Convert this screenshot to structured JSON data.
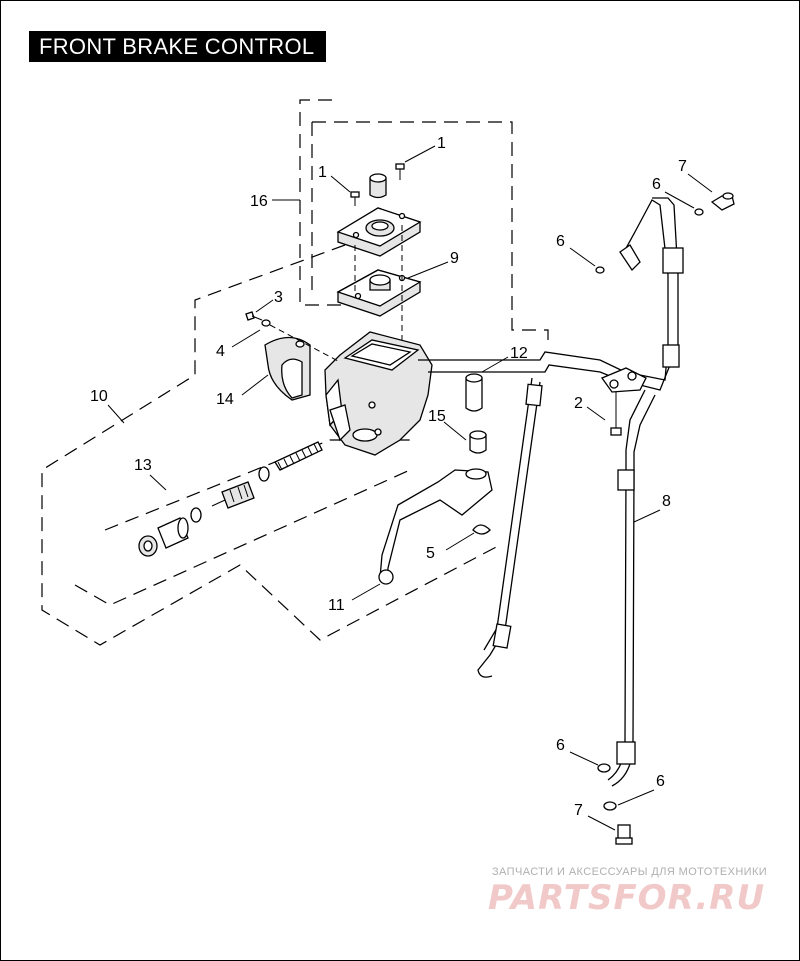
{
  "title": "FRONT BRAKE CONTROL",
  "callouts": [
    {
      "id": "c1a",
      "label": "1"
    },
    {
      "id": "c1b",
      "label": "1"
    },
    {
      "id": "c16",
      "label": "16"
    },
    {
      "id": "c9",
      "label": "9"
    },
    {
      "id": "c3",
      "label": "3"
    },
    {
      "id": "c4",
      "label": "4"
    },
    {
      "id": "c14",
      "label": "14"
    },
    {
      "id": "c10",
      "label": "10"
    },
    {
      "id": "c12",
      "label": "12"
    },
    {
      "id": "c15",
      "label": "15"
    },
    {
      "id": "c13",
      "label": "13"
    },
    {
      "id": "c5",
      "label": "5"
    },
    {
      "id": "c11",
      "label": "11"
    },
    {
      "id": "c7a",
      "label": "7"
    },
    {
      "id": "c6a",
      "label": "6"
    },
    {
      "id": "c6b",
      "label": "6"
    },
    {
      "id": "c2",
      "label": "2"
    },
    {
      "id": "c8",
      "label": "8"
    },
    {
      "id": "c6c",
      "label": "6"
    },
    {
      "id": "c6d",
      "label": "6"
    },
    {
      "id": "c7b",
      "label": "7"
    }
  ],
  "watermark": {
    "caption": "ЗАПЧАСТИ И АКСЕССУАРЫ ДЛЯ МОТОТЕХНИКИ",
    "logo": "PARTSFOR.RU"
  }
}
